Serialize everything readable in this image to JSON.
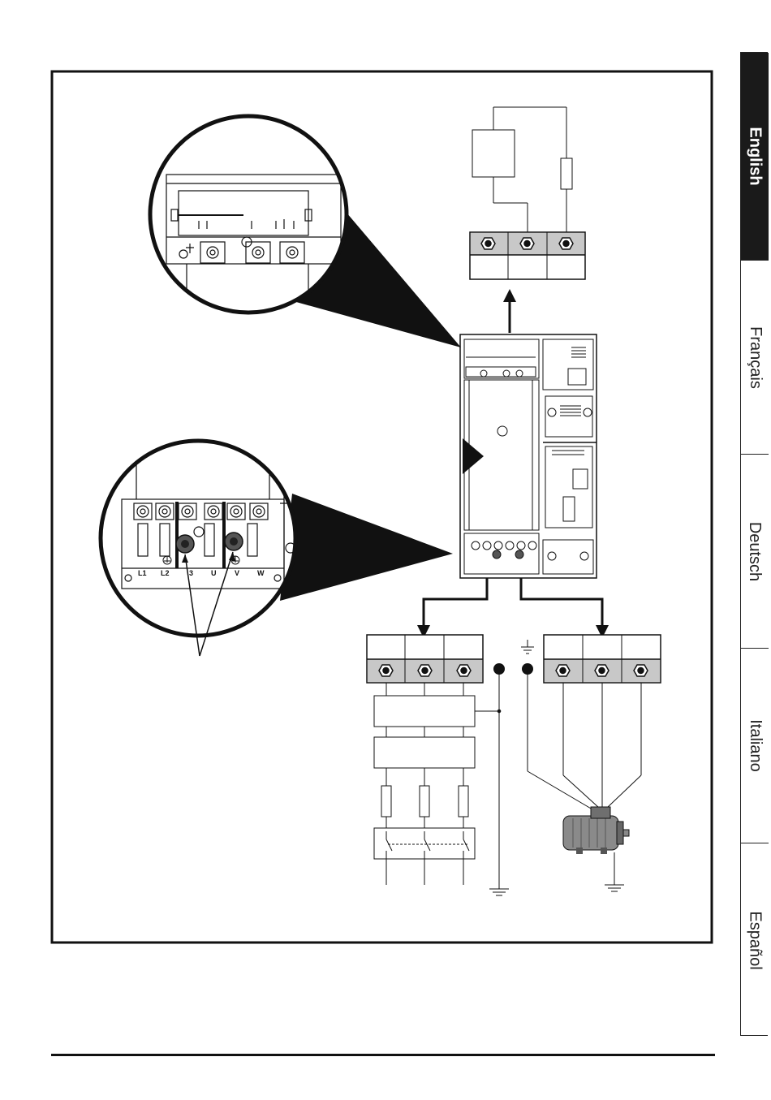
{
  "language_tabs": [
    {
      "label": "English",
      "active": true
    },
    {
      "label": "Français",
      "active": false
    },
    {
      "label": "Deutsch",
      "active": false
    },
    {
      "label": "Italiano",
      "active": false
    },
    {
      "label": "Español",
      "active": false
    }
  ],
  "terminal_labels": {
    "l1": "L1",
    "l2": "L2",
    "l3": "3",
    "u": "U",
    "v": "V",
    "w": "W"
  },
  "colors": {
    "ink": "#111111",
    "grey": "#c8c8c8",
    "tab_active": "#1a1a1a"
  }
}
